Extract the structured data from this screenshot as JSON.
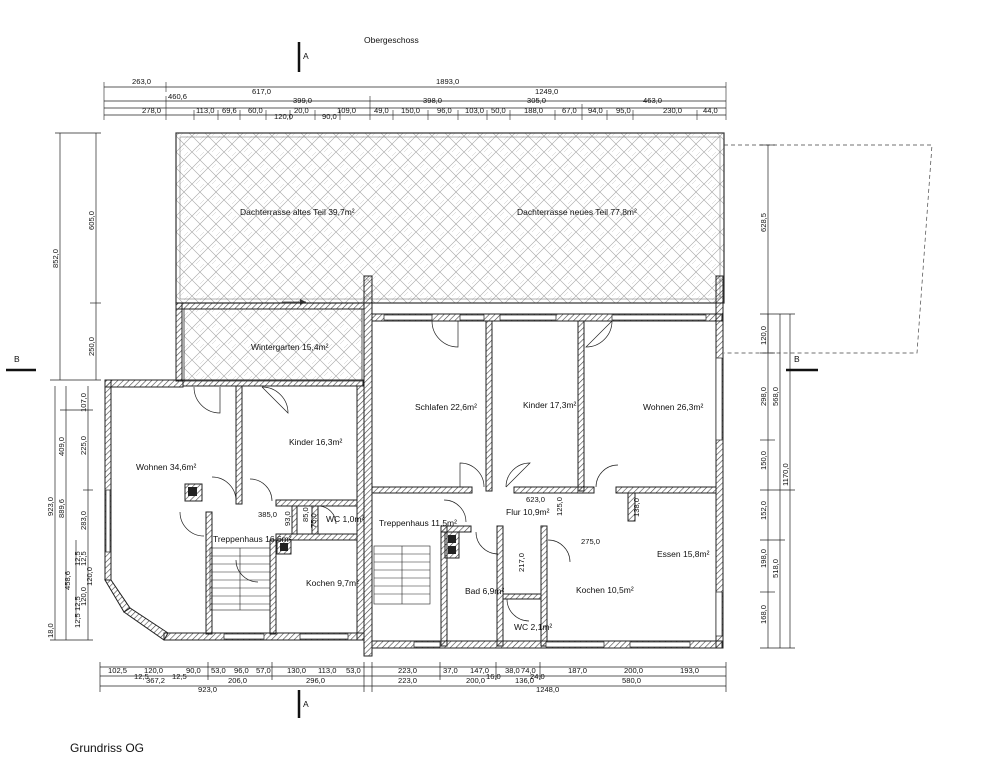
{
  "header": {
    "title": "Obergeschoss",
    "section_a": "A",
    "section_b": "B"
  },
  "footer": {
    "title": "Grundriss OG"
  },
  "rooms": {
    "terrace_old": "Dachterrasse altes Teil 39,7m²",
    "terrace_new": "Dachterrasse neues Teil 77,8m²",
    "wintergarden": "Wintergarten 15,4m²",
    "living_left": "Wohnen 34,6m²",
    "kids_left": "Kinder 16,3m²",
    "wc_left": "WC 1,0m²",
    "stairs_left": "Treppenhaus 16,6m²",
    "kitchen_left": "Kochen 9,7m²",
    "sleep": "Schlafen 22,6m²",
    "kids_right": "Kinder 17,3m²",
    "living_right": "Wohnen 26,3m²",
    "hall": "Flur 10,9m²",
    "stairs_right": "Treppenhaus 11,5m²",
    "bath": "Bad 6,9m²",
    "wc_right": "WC 2,1m²",
    "kitchen_right": "Kochen 10,5m²",
    "dining": "Essen 15,8m²"
  },
  "dims": {
    "top1": [
      "263,0",
      "1893,0"
    ],
    "top2": [
      "460,6",
      "617,0",
      "1249,0"
    ],
    "top3": [
      "399,0",
      "398,0",
      "305,0",
      "463,0"
    ],
    "top4": [
      "278,0",
      "113,0",
      "69,6",
      "60,0",
      "120,0",
      "20,0",
      "90,0",
      "109,0",
      "49,0",
      "150,0",
      "96,0",
      "103,0",
      "50,0",
      "188,0",
      "67,0",
      "94,0",
      "95,0",
      "230,0",
      "44,0"
    ],
    "left": [
      "852,0",
      "605,0",
      "250,0",
      "107,0",
      "409,0",
      "225,0",
      "923,0",
      "889,6",
      "283,0",
      "12,5",
      "458,6",
      "120,0",
      "12,5",
      "18,0"
    ],
    "right": [
      "628,5",
      "120,0",
      "298,0",
      "568,0",
      "150,0",
      "1170,0",
      "152,0",
      "198,0",
      "518,0",
      "168,0"
    ],
    "bottom1": [
      "102,5",
      "120,0",
      "90,0",
      "53,0",
      "96,0",
      "57,0",
      "130,0",
      "113,0",
      "53,0",
      "223,0",
      "37,0",
      "147,0",
      "38,0",
      "74,0",
      "187,0",
      "200,0",
      "193,0"
    ],
    "bottom2": [
      "12,5",
      "367,2",
      "12,5",
      "206,0",
      "296,0",
      "223,0",
      "200,0",
      "16,0",
      "24,0",
      "136,0",
      "580,0"
    ],
    "bottom3": [
      "923,0",
      "1248,0"
    ],
    "inner": [
      "385,0",
      "93,0",
      "85,0",
      "75,0",
      "623,0",
      "125,0",
      "138,0",
      "275,0",
      "217,0",
      "120,0",
      "12,5",
      "12,5"
    ]
  },
  "colors": {
    "wall": "#222222",
    "hatch": "#555555",
    "tile": "#9a9a9a"
  }
}
